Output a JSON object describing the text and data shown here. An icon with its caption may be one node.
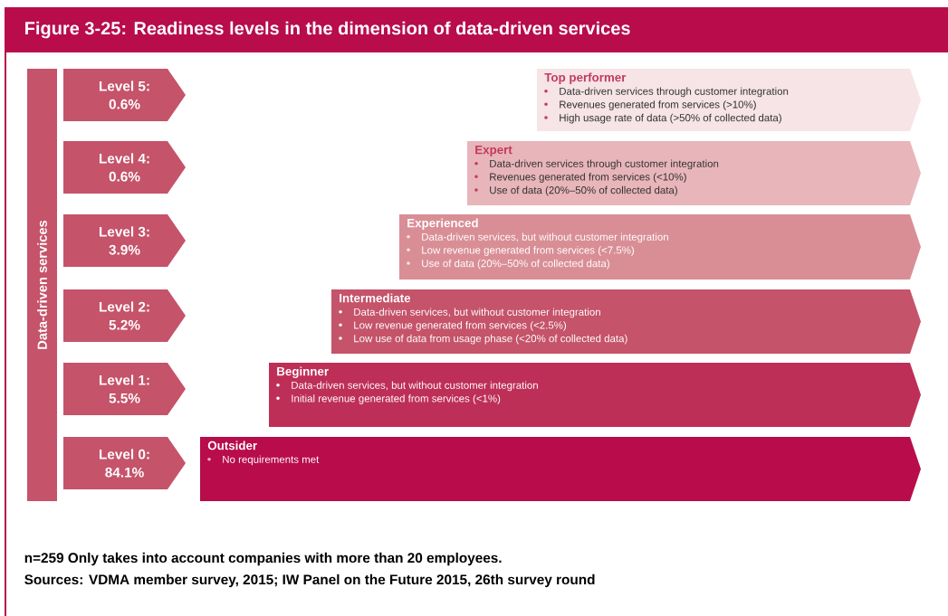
{
  "diagram": {
    "title": "Figure 3-25: Readiness levels in the dimension of data-driven services",
    "nodes": [
      {
        "text": [
          "Data-driven services"
        ]
      },
      {
        "text": [
          "Level 5:",
          "0.6%"
        ]
      },
      {
        "text": [
          "Top performer",
          "Data-driven services through customer integration",
          "Revenues generated from services (>10%)",
          "High usage rate of data (>50% of collected data)"
        ]
      },
      {
        "text": [
          "Level 4:",
          "0.6%"
        ]
      },
      {
        "text": [
          "Expert",
          "Data-driven services through customer integration",
          "Revenues generated from services (<10%)",
          "Use of data (20%–50% of collected data)"
        ]
      },
      {
        "text": [
          "Level 3:",
          "3.9%"
        ]
      },
      {
        "text": [
          "Experienced",
          "Data-driven services, but without customer integration",
          "Low revenue generated from services (<7.5%)",
          "Use of data (20%–50% of collected data)"
        ]
      },
      {
        "text": [
          "Level 2:",
          "5.2%"
        ]
      },
      {
        "text": [
          "Intermediate",
          "Data-driven services, but without customer integration",
          "Low revenue generated from services (<2.5%)",
          "Low use of data from usage phase (<20% of collected data)"
        ]
      },
      {
        "text": [
          "Level 1:",
          "5.5%"
        ]
      },
      {
        "text": [
          "Beginner",
          "Data-driven services, but without customer integration",
          "Initial revenue generated from services (<1%)"
        ]
      },
      {
        "text": [
          "Level 0:",
          "84.1%"
        ]
      },
      {
        "text": [
          "Outsider",
          "No requirements met"
        ]
      }
    ],
    "labels": [
      "n=259 Only takes into account companies with more than 20 employees.",
      "Sources: VDMA member survey, 2015; IW Panel on the Future 2015, 26th survey round"
    ]
  }
}
